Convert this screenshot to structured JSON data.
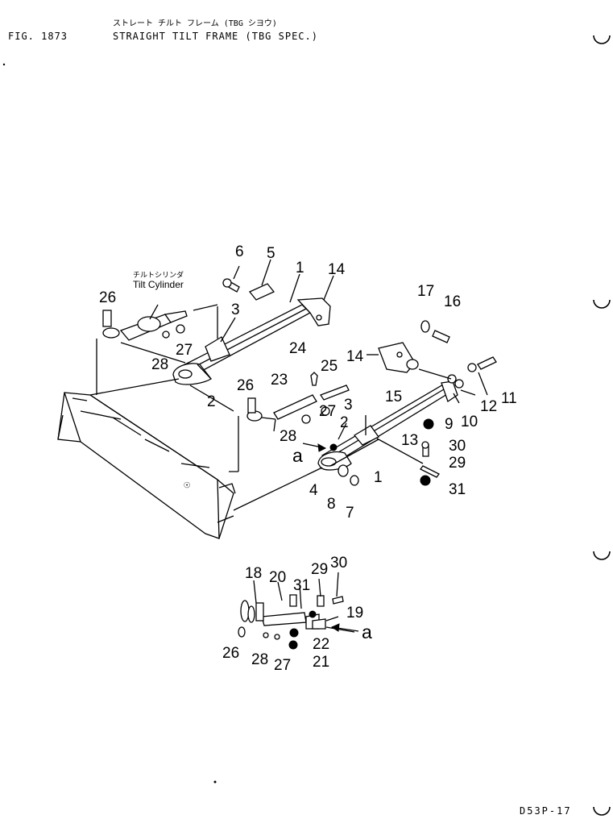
{
  "header": {
    "fig_label": "FIG. 1873",
    "title_jp": "ストレート チルト フレーム (TBG シヨウ)",
    "title_en": "STRAIGHT TILT FRAME (TBG SPEC.)"
  },
  "cylinder_label": {
    "jp": "チルトシリンダ",
    "en": "Tilt Cylinder"
  },
  "callouts": {
    "main_upper": [
      "6",
      "5",
      "1",
      "14",
      "26",
      "3",
      "27",
      "28",
      "2"
    ],
    "main_lower": [
      "17",
      "16",
      "24",
      "14",
      "25",
      "23",
      "26",
      "15",
      "11",
      "12",
      "10",
      "9",
      "3",
      "2",
      "27",
      "28",
      "13",
      "30",
      "29",
      "a",
      "4",
      "1",
      "31",
      "8",
      "7"
    ],
    "detail": [
      "18",
      "20",
      "29",
      "30",
      "31",
      "19",
      "a",
      "22",
      "26",
      "28",
      "27",
      "21"
    ]
  },
  "footer": {
    "page_code": "D53P-17"
  }
}
